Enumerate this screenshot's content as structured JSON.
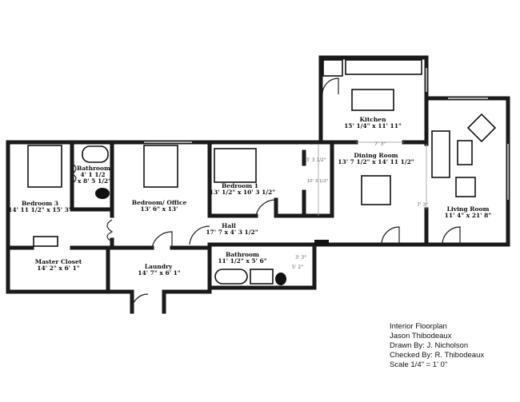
{
  "rooms": {
    "kitchen": {
      "name": "Kitchen",
      "size": "15' 1/4\" x 11' 11\""
    },
    "dining": {
      "name": "Dining Room",
      "size": "13' 7 1/2\" x 14' 11 1/2\""
    },
    "living": {
      "name": "Living Room",
      "size": "11' 4\" x 21' 8\""
    },
    "bedroom1": {
      "name": "Bedroom 1",
      "size": "13' 1/2\" x 10' 3 1/2\""
    },
    "bedroom3": {
      "name": "Bedroom 3",
      "size": "14' 11 1/2\" x 15' 3\""
    },
    "bath_small": {
      "name": "Bathroom",
      "size1": "4' 1 1/2",
      "size2": "x 8' 5 1/2\""
    },
    "office": {
      "name": "Bedroom/ Office",
      "size": "13' 6\" x 13'"
    },
    "hall": {
      "name": "Hall",
      "size": "17' 7 x 4' 3 1/2\""
    },
    "bathroom": {
      "name": "Bathroom",
      "size": "11' 1/2\" x 5' 6\""
    },
    "master_closet": {
      "name": "Master Closet",
      "size": "14' 2\" x 6' 1\""
    },
    "laundry": {
      "name": "Laundry",
      "size": "14' 7\" x 6' 1\""
    }
  },
  "dimensions": {
    "kitchen_opening": "7' 3\"",
    "closet_width": "3' 3 1/2\"",
    "closet_height": "10' 3 1/2\"",
    "living_opening": "7' 3\"",
    "bath_closet_w": "3' 3\"",
    "bath_closet_h": "5' 2\""
  },
  "title_block": {
    "title": "Interior Floorplan",
    "owner": "Jason Thibodeaux",
    "drawn_by": "Drawn By: J. Nicholson",
    "checked_by": "Checked By: R. Thibodeaux",
    "scale": "Scale 1/4\" = 1' 0\""
  }
}
